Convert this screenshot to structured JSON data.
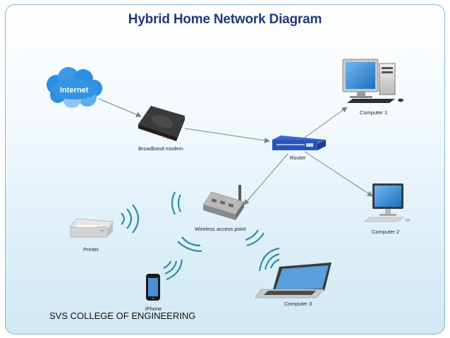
{
  "title": "Hybrid Home Network Diagram",
  "footer": "SVS COLLEGE OF ENGINEERING",
  "nodes": {
    "internet": "Internet",
    "modem": "Broadband modem",
    "router": "Router",
    "computer1": "Computer 1",
    "computer2": "Computer 2",
    "computer3": "Computer 3",
    "wap": "Wireless access point",
    "printer": "Printer",
    "iphone": "iPhone"
  },
  "colors": {
    "title": "#1f3a7a",
    "cloud": "#2a8fe0",
    "router": "#2a55b8",
    "line": "#7d8288"
  }
}
